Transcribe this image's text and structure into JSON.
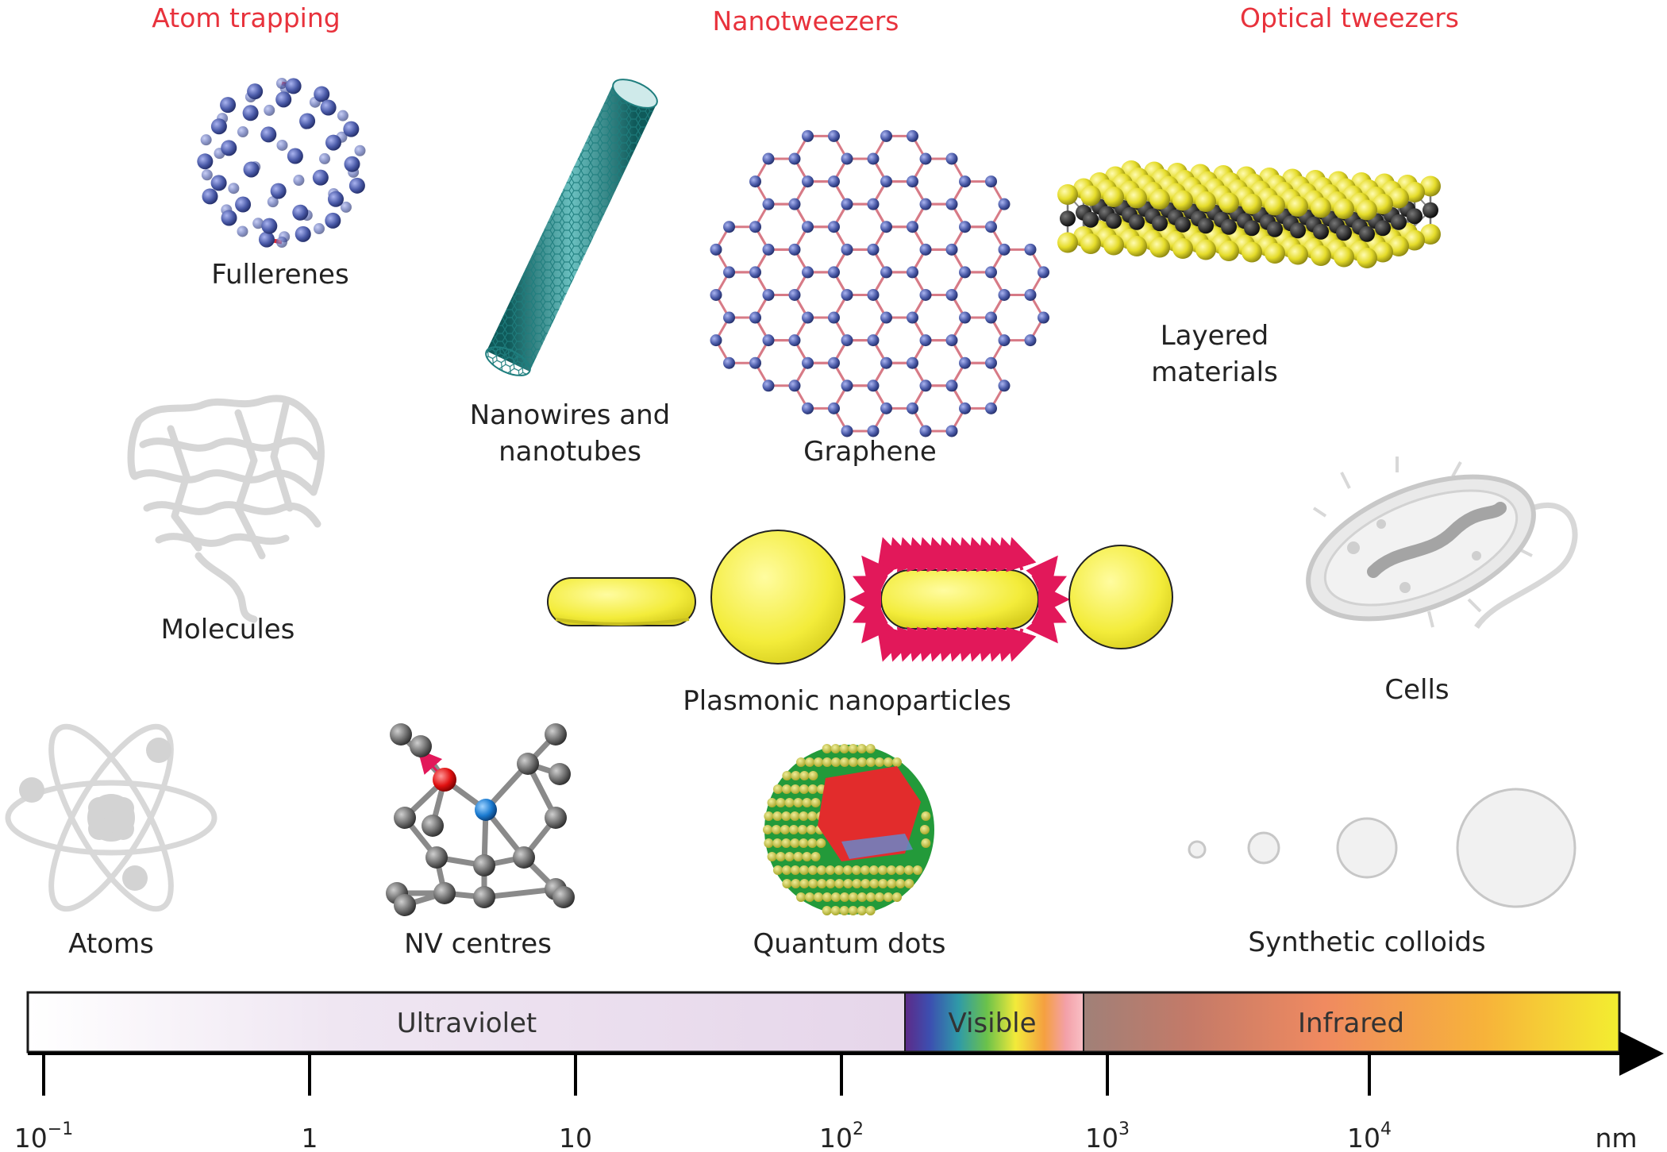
{
  "titles": {
    "atom_trapping": "Atom trapping",
    "nanotweezers": "Nanotweezers",
    "optical_tweezers": "Optical tweezers"
  },
  "labels": {
    "fullerenes": "Fullerenes",
    "nanowires_line1": "Nanowires and",
    "nanowires_line2": "nanotubes",
    "graphene": "Graphene",
    "layered_line1": "Layered",
    "layered_line2": "materials",
    "molecules": "Molecules",
    "plasmonic": "Plasmonic nanoparticles",
    "cells": "Cells",
    "atoms": "Atoms",
    "nv_centres": "NV centres",
    "quantum_dots": "Quantum dots",
    "synthetic_colloids": "Synthetic colloids"
  },
  "spectrum": {
    "ultraviolet": "Ultraviolet",
    "visible": "Visible",
    "infrared": "Infrared"
  },
  "axis": {
    "unit": "nm",
    "ticks": [
      {
        "base": "10",
        "exp": "−1"
      },
      {
        "base": "1",
        "exp": ""
      },
      {
        "base": "10",
        "exp": ""
      },
      {
        "base": "10",
        "exp": "2"
      },
      {
        "base": "10",
        "exp": "3"
      },
      {
        "base": "10",
        "exp": "4"
      }
    ]
  },
  "colors": {
    "title_red": "#e8323c",
    "gold": "#f3ec3a",
    "atom_blue": "#4a5aa8",
    "bond_red": "#d8293a",
    "tube_teal": "#2a8c8c",
    "light_gray": "#d9d9d9"
  }
}
